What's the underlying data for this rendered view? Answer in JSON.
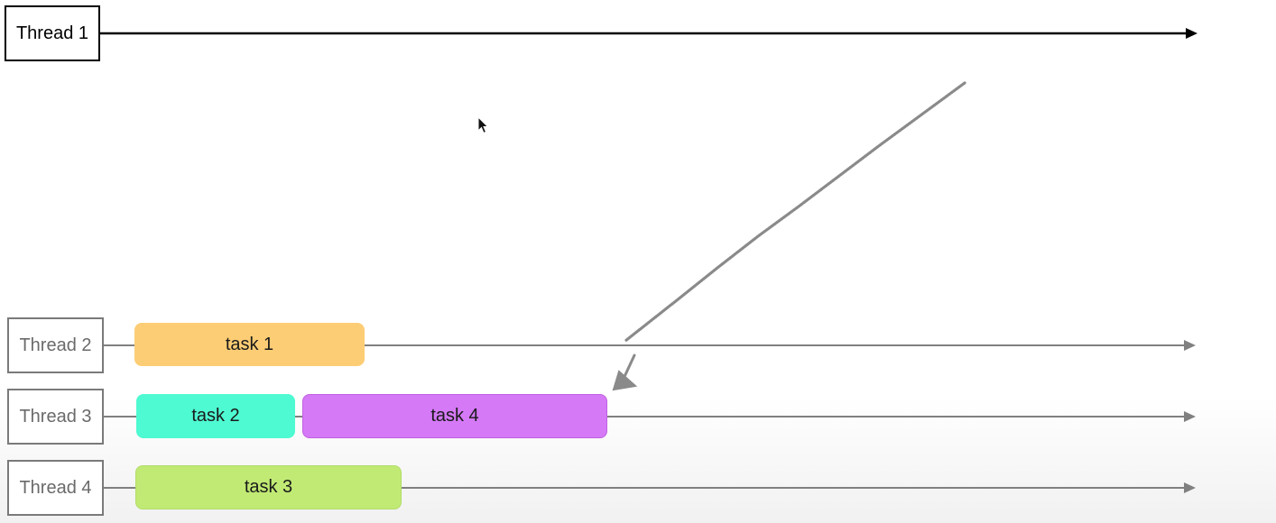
{
  "threads": [
    {
      "label": "Thread 1"
    },
    {
      "label": "Thread 2"
    },
    {
      "label": "Thread 3"
    },
    {
      "label": "Thread 4"
    }
  ],
  "tasks": [
    {
      "label": "task 1",
      "thread": "Thread 2",
      "color": "#fdcd75"
    },
    {
      "label": "task 2",
      "thread": "Thread 3",
      "color": "#4efad2"
    },
    {
      "label": "task 4",
      "thread": "Thread 3",
      "color": "#d579f7"
    },
    {
      "label": "task 3",
      "thread": "Thread 4",
      "color": "#c1ea74"
    }
  ],
  "colors": {
    "active_line": "#000000",
    "idle_line": "#808080",
    "hand_arrow": "#888888"
  }
}
